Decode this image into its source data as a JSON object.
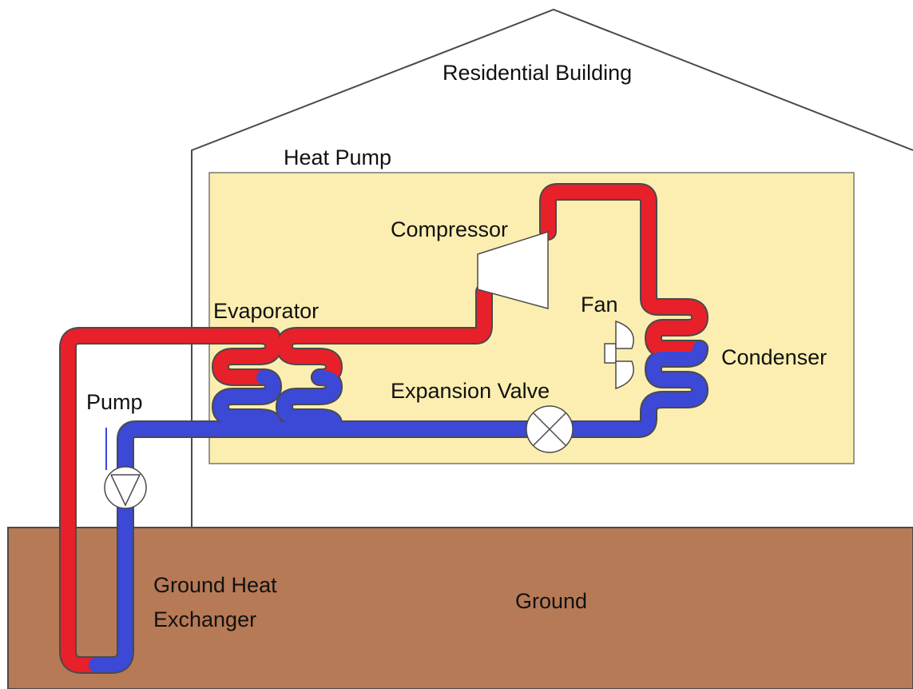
{
  "labels": {
    "building": "Residential Building",
    "heat_pump": "Heat Pump",
    "compressor": "Compressor",
    "evaporator": "Evaporator",
    "fan": "Fan",
    "condenser": "Condenser",
    "expansion_valve": "Expansion Valve",
    "pump": "Pump",
    "ground_heat_exchanger_line1": "Ground Heat",
    "ground_heat_exchanger_line2": "Exchanger",
    "ground": "Ground"
  },
  "colors": {
    "hot_pipe": "#e8202a",
    "cold_pipe": "#3c48d6",
    "heat_pump_box": "#fbeeb0",
    "ground": "#b77a56",
    "outline": "#4a4a4a"
  },
  "icons": {
    "compressor": "compressor-symbol",
    "fan": "fan-symbol",
    "expansion_valve": "valve-x-symbol",
    "pump": "pump-triangle-symbol"
  }
}
